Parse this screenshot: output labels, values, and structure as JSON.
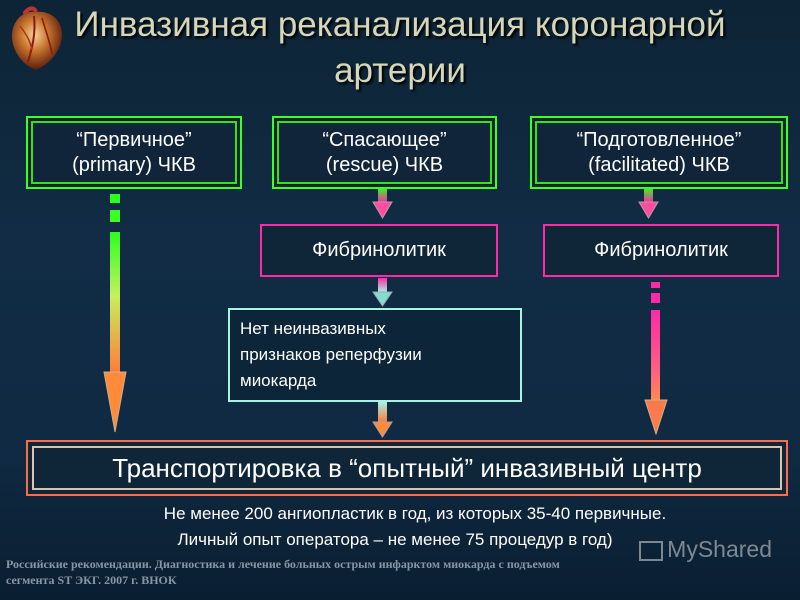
{
  "title": {
    "line1": "Инвазивная реканализация коронарной",
    "line2": "артерии"
  },
  "boxes": {
    "primary": {
      "line1": "“Первичное”",
      "line2": "(primary) ЧКВ"
    },
    "rescue": {
      "line1": "“Спасающее”",
      "line2": "(rescue) ЧКВ"
    },
    "facilitated": {
      "line1": "“Подготовленное”",
      "line2": "(facilitated) ЧКВ"
    },
    "fibrinolytic_left": "Фибринолитик",
    "fibrinolytic_right": "Фибринолитик",
    "no_signs": {
      "line1": "Нет неинвазивных",
      "line2": "признаков реперфузии",
      "line3": "миокарда"
    },
    "transport": "Транспортировка в “опытный” инвазивный центр"
  },
  "notes": {
    "line1": "Не менее 200 ангиопластик в год, из которых 35-40 первичные.",
    "line2": "Личный опыт оператора – не менее 75 процедур в год)"
  },
  "footer": {
    "line1": "Российские рекомендации. Диагностика и лечение больных острым инфарктом миокарда с подъемом",
    "line2": "сегмента ST ЭКГ. 2007 г. ВНОК"
  },
  "watermark": "MyShared",
  "colors": {
    "green_border": "#3bff25",
    "pink_border": "#ff2aa5",
    "cyan_border": "#a5f4e4",
    "orange_border": "#ff6a48"
  }
}
